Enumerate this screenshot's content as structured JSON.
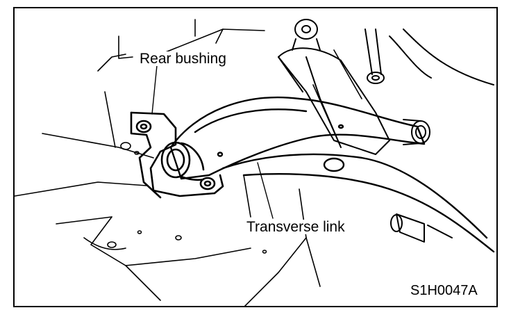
{
  "figure": {
    "labels": {
      "rear_bushing": "Rear bushing",
      "transverse_link": "Transverse link"
    },
    "figure_code": "S1H0047A",
    "colors": {
      "line": "#000000",
      "background": "#ffffff"
    }
  }
}
